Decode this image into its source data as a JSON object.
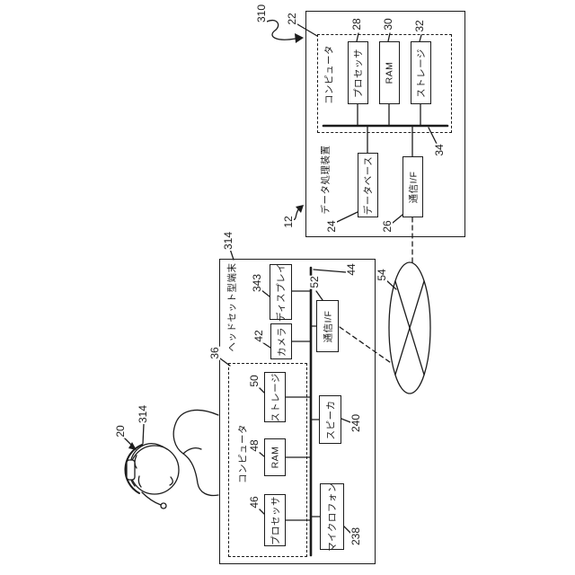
{
  "colors": {
    "ink": "#1c1c1c",
    "background": "#ffffff"
  },
  "server": {
    "system_ref": "310",
    "ref": "12",
    "label": "データ処理装置",
    "computer": {
      "ref": "22",
      "label": "コンピュータ"
    },
    "processor": {
      "ref": "28",
      "label": "プロセッサ"
    },
    "ram": {
      "ref": "30",
      "label": "RAM"
    },
    "storage": {
      "ref": "32",
      "label": "ストレージ"
    },
    "bus_ref": "34",
    "database": {
      "ref": "24",
      "label": "データベース"
    },
    "comm_if": {
      "ref": "26",
      "label": "通信I/F"
    }
  },
  "network": {
    "ref": "54"
  },
  "terminal": {
    "ref": "314",
    "label": "ヘッドセット型端末",
    "bus_ref": "44",
    "display": {
      "ref": "343",
      "label": "ディスプレイ"
    },
    "camera": {
      "ref": "42",
      "label": "カメラ"
    },
    "comm_if": {
      "ref": "52",
      "label": "通信I/F"
    },
    "speaker": {
      "ref": "240",
      "label": "スピーカ"
    },
    "microphone": {
      "ref": "238",
      "label": "マイクロフォン"
    },
    "computer": {
      "ref": "36",
      "label": "コンピュータ"
    },
    "storage": {
      "ref": "50",
      "label": "ストレージ"
    },
    "ram": {
      "ref": "48",
      "label": "RAM"
    },
    "processor": {
      "ref": "46",
      "label": "プロセッサ"
    }
  },
  "user": {
    "ref": "20",
    "headset_ref": "314"
  }
}
